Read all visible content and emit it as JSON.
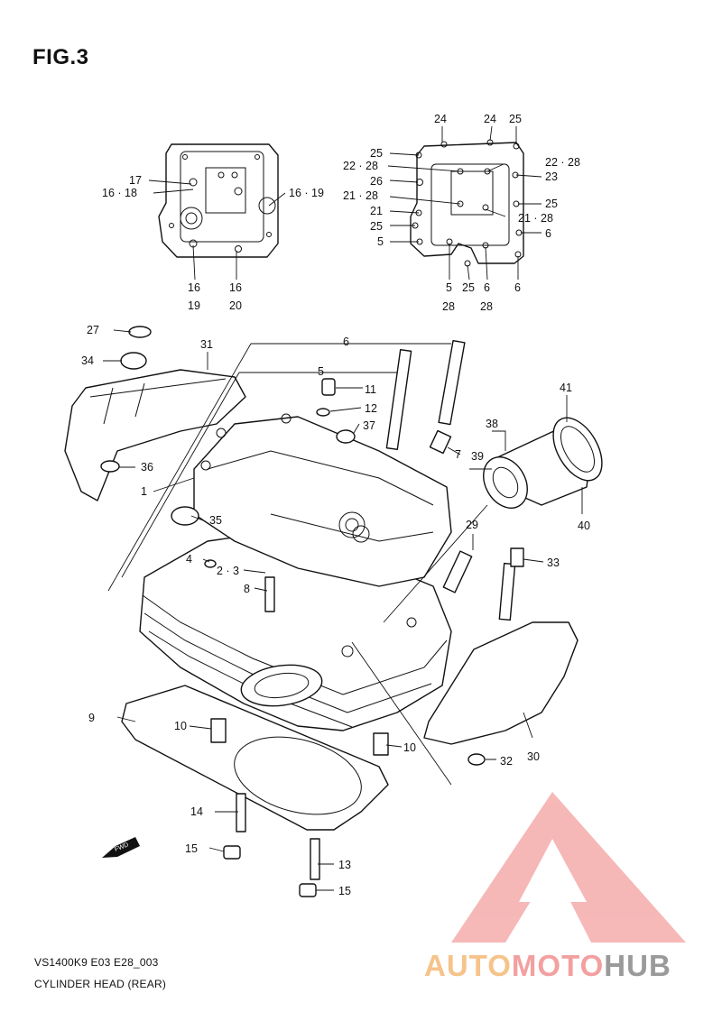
{
  "title": "FIG.3",
  "diagram_code": "VS1400K9 E03 E28_003",
  "caption": "CYLINDER HEAD (REAR)",
  "fwd_label": "FWD",
  "watermark": {
    "part1": "AUTO",
    "part2": "MOTO",
    "part3": "HUB",
    "colors": {
      "auto": "#f6c38a",
      "moto": "#f2a0a0",
      "hub": "#9a9a9a",
      "triangle": "#f4a0a0"
    }
  },
  "callouts": [
    {
      "id": "c24a",
      "text": "24"
    },
    {
      "id": "c24b",
      "text": "24"
    },
    {
      "id": "c25a",
      "text": "25"
    },
    {
      "id": "c25b",
      "text": "25"
    },
    {
      "id": "c22-28a",
      "text": "22 · 28"
    },
    {
      "id": "c22-28b",
      "text": "22 · 28"
    },
    {
      "id": "c26",
      "text": "26"
    },
    {
      "id": "c23",
      "text": "23"
    },
    {
      "id": "c21-28a",
      "text": "21 · 28"
    },
    {
      "id": "c25c",
      "text": "25"
    },
    {
      "id": "c21",
      "text": "21"
    },
    {
      "id": "c21-28b",
      "text": "21 · 28"
    },
    {
      "id": "c25d",
      "text": "25"
    },
    {
      "id": "c6a",
      "text": "6"
    },
    {
      "id": "c5a",
      "text": "5"
    },
    {
      "id": "c5b",
      "text": "5"
    },
    {
      "id": "c28a",
      "text": "28"
    },
    {
      "id": "c25e",
      "text": "25"
    },
    {
      "id": "c6b",
      "text": "6"
    },
    {
      "id": "c28b",
      "text": "28"
    },
    {
      "id": "c6c",
      "text": "6"
    },
    {
      "id": "c17",
      "text": "17"
    },
    {
      "id": "c16-18",
      "text": "16 · 18"
    },
    {
      "id": "c16-19",
      "text": "16 · 19"
    },
    {
      "id": "c16a",
      "text": "16"
    },
    {
      "id": "c19",
      "text": "19"
    },
    {
      "id": "c16b",
      "text": "16"
    },
    {
      "id": "c20",
      "text": "20"
    },
    {
      "id": "c27",
      "text": "27"
    },
    {
      "id": "c34",
      "text": "34"
    },
    {
      "id": "c31",
      "text": "31"
    },
    {
      "id": "c6d",
      "text": "6"
    },
    {
      "id": "c5c",
      "text": "5"
    },
    {
      "id": "c11",
      "text": "11"
    },
    {
      "id": "c12",
      "text": "12"
    },
    {
      "id": "c37",
      "text": "37"
    },
    {
      "id": "c41",
      "text": "41"
    },
    {
      "id": "c38",
      "text": "38"
    },
    {
      "id": "c7",
      "text": "7"
    },
    {
      "id": "c39",
      "text": "39"
    },
    {
      "id": "c36",
      "text": "36"
    },
    {
      "id": "c1",
      "text": "1"
    },
    {
      "id": "c35",
      "text": "35"
    },
    {
      "id": "c40",
      "text": "40"
    },
    {
      "id": "c29",
      "text": "29"
    },
    {
      "id": "c4",
      "text": "4"
    },
    {
      "id": "c2-3",
      "text": "2 · 3"
    },
    {
      "id": "c33",
      "text": "33"
    },
    {
      "id": "c8",
      "text": "8"
    },
    {
      "id": "c9",
      "text": "9"
    },
    {
      "id": "c10a",
      "text": "10"
    },
    {
      "id": "c10b",
      "text": "10"
    },
    {
      "id": "c30",
      "text": "30"
    },
    {
      "id": "c32",
      "text": "32"
    },
    {
      "id": "c14",
      "text": "14"
    },
    {
      "id": "c15a",
      "text": "15"
    },
    {
      "id": "c13",
      "text": "13"
    },
    {
      "id": "c15b",
      "text": "15"
    }
  ]
}
